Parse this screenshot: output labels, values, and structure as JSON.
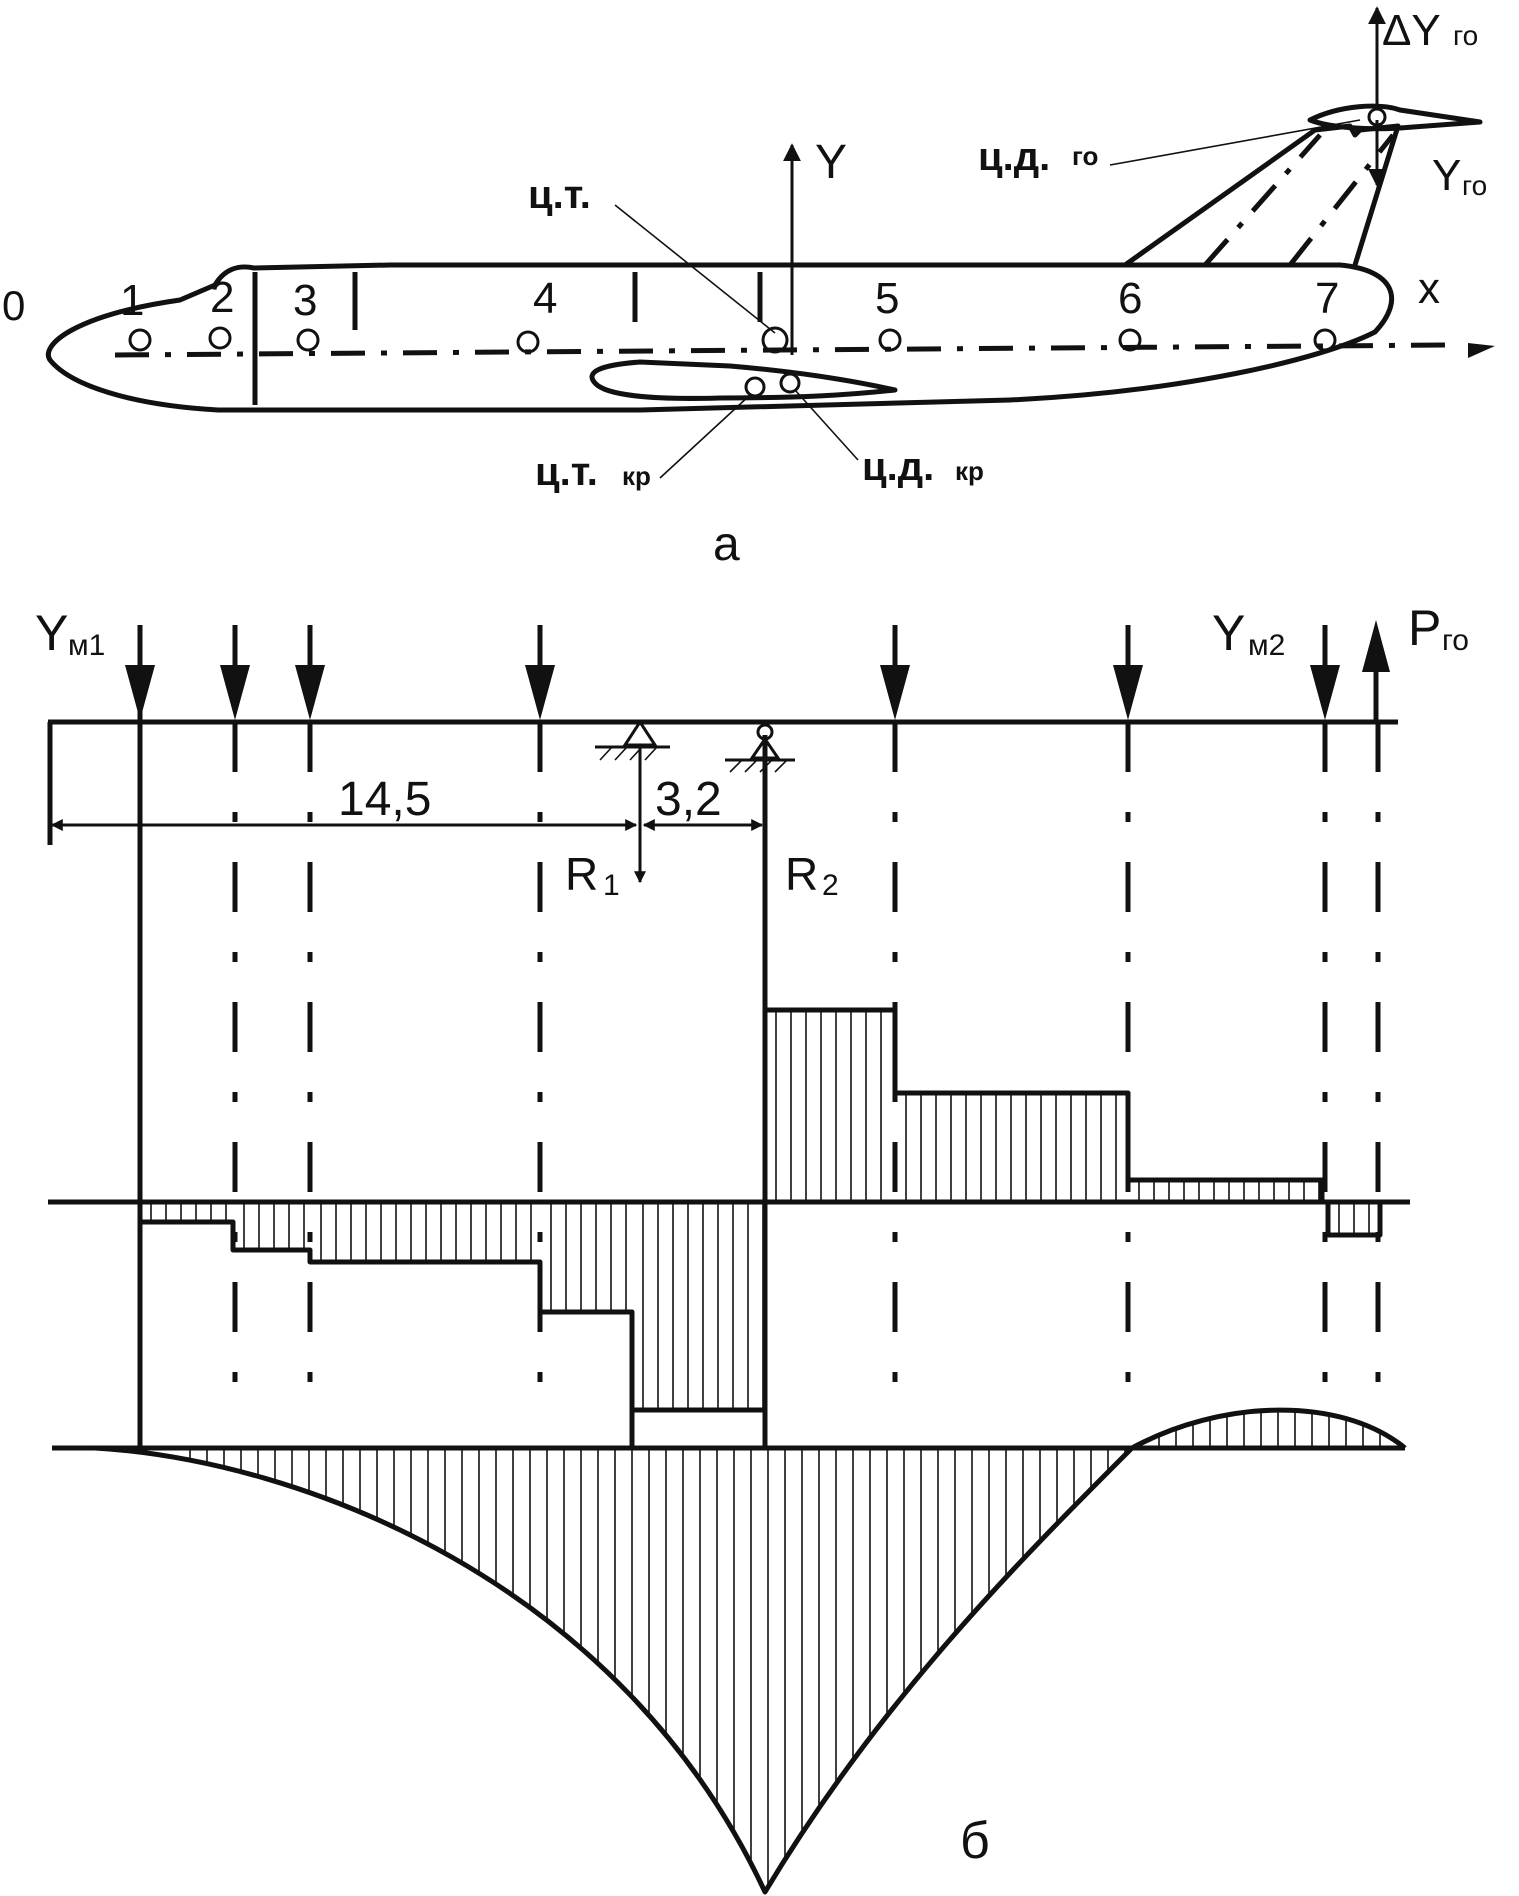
{
  "part_a": {
    "caption": "а",
    "axis_y": "Y",
    "axis_x": "x",
    "origin": "0",
    "station_labels": [
      "1",
      "2",
      "3",
      "4",
      "5",
      "6",
      "7"
    ],
    "cg": "ц.т.",
    "wing_cg": "ц.т.",
    "wing_cg_sub": "кр",
    "wing_cp": "ц.д.",
    "wing_cp_sub": "кр",
    "tail_cp": "ц.д.",
    "tail_cp_sub": "го",
    "delta_tail": "ΔY",
    "delta_tail_sub": "го",
    "tail_lift": "Y",
    "tail_lift_sub": "го"
  },
  "part_b": {
    "caption": "б",
    "ym1": "Y",
    "ym1_sub": "м1",
    "ym2": "Y",
    "ym2_sub": "м2",
    "pgo": "P",
    "pgo_sub": "го",
    "r1": "R",
    "r1_sub": "1",
    "r2": "R",
    "r2_sub": "2",
    "dim_1": "14,5",
    "dim_2": "3,2"
  }
}
